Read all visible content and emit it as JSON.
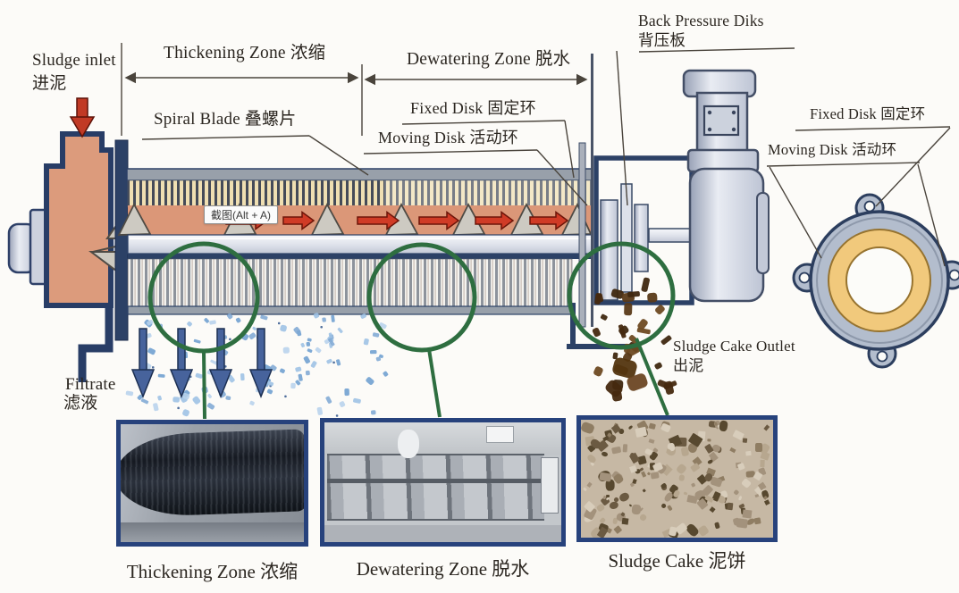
{
  "labels": {
    "sludge_inlet_en": "Sludge inlet",
    "sludge_inlet_zh": "进泥",
    "thickening_zone_dim": "Thickening Zone 浓缩",
    "dewatering_zone_dim": "Dewatering Zone 脱水",
    "spiral_blade": "Spiral Blade 叠螺片",
    "fixed_disk_mid": "Fixed Disk 固定环",
    "moving_disk_mid": "Moving Disk 活动环",
    "back_pressure_en": "Back Pressure Diks",
    "back_pressure_zh": "背压板",
    "fixed_disk_right": "Fixed Disk 固定环",
    "moving_disk_right": "Moving Disk 活动环",
    "sludge_cake_outlet_en": "Sludge Cake Outlet",
    "sludge_cake_outlet_zh": "出泥",
    "filtrate_en": "Filtrate",
    "filtrate_zh": "滤液"
  },
  "screenshot_tooltip": {
    "label": "截图(Alt + A)"
  },
  "photo_captions": {
    "thickening": "Thickening Zone 浓缩",
    "dewatering": "Dewatering Zone 脱水",
    "sludge_cake": "Sludge Cake 泥饼"
  },
  "colors": {
    "outline_navy": "#2c4166",
    "sludge_salmon": "#db9778",
    "disc_cream": "#efdfb2",
    "flow_arrow_red": "#d03b26",
    "magnifier_green": "#2e6e40",
    "filtrate_blue": "#8fb4dc",
    "cake_brown": "#5a3a18",
    "moving_disk_yellow": "#f1c97c",
    "fixed_disk_gray": "#b3bdcd",
    "metal_gray": "#c3c9d8",
    "photo_border": "#27427c"
  }
}
